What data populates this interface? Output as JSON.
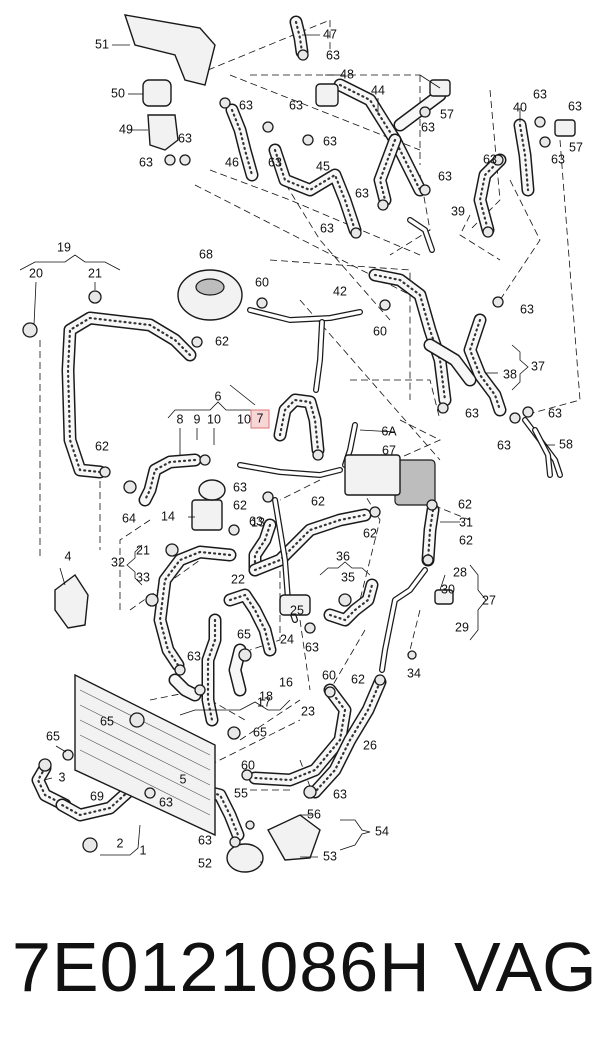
{
  "diagram": {
    "callouts": [
      {
        "id": "51",
        "label": "51"
      },
      {
        "id": "47",
        "label": "47"
      },
      {
        "id": "63a",
        "label": "63"
      },
      {
        "id": "50",
        "label": "50"
      },
      {
        "id": "48",
        "label": "48"
      },
      {
        "id": "44",
        "label": "44"
      },
      {
        "id": "63b",
        "label": "63"
      },
      {
        "id": "63c",
        "label": "63"
      },
      {
        "id": "49",
        "label": "49"
      },
      {
        "id": "63d",
        "label": "63"
      },
      {
        "id": "63e",
        "label": "63"
      },
      {
        "id": "63f",
        "label": "63"
      },
      {
        "id": "57a",
        "label": "57"
      },
      {
        "id": "40",
        "label": "40"
      },
      {
        "id": "63g",
        "label": "63"
      },
      {
        "id": "63h",
        "label": "63"
      },
      {
        "id": "63i",
        "label": "63"
      },
      {
        "id": "57b",
        "label": "57"
      },
      {
        "id": "46",
        "label": "46"
      },
      {
        "id": "63j",
        "label": "63"
      },
      {
        "id": "63k",
        "label": "63"
      },
      {
        "id": "45",
        "label": "45"
      },
      {
        "id": "63l",
        "label": "63"
      },
      {
        "id": "63m",
        "label": "63"
      },
      {
        "id": "63n",
        "label": "63"
      },
      {
        "id": "39",
        "label": "39"
      },
      {
        "id": "63o",
        "label": "63"
      },
      {
        "id": "19",
        "label": "19"
      },
      {
        "id": "68",
        "label": "68"
      },
      {
        "id": "20",
        "label": "20"
      },
      {
        "id": "21a",
        "label": "21"
      },
      {
        "id": "60a",
        "label": "60"
      },
      {
        "id": "42",
        "label": "42"
      },
      {
        "id": "63p",
        "label": "63"
      },
      {
        "id": "62a",
        "label": "62"
      },
      {
        "id": "60b",
        "label": "60"
      },
      {
        "id": "37",
        "label": "37"
      },
      {
        "id": "38",
        "label": "38"
      },
      {
        "id": "6",
        "label": "6"
      },
      {
        "id": "8",
        "label": "8"
      },
      {
        "id": "9",
        "label": "9"
      },
      {
        "id": "10a",
        "label": "10"
      },
      {
        "id": "10b",
        "label": "10"
      },
      {
        "id": "7",
        "label": "7"
      },
      {
        "id": "6A",
        "label": "6A"
      },
      {
        "id": "63q",
        "label": "63"
      },
      {
        "id": "63r",
        "label": "63"
      },
      {
        "id": "63s",
        "label": "63"
      },
      {
        "id": "58",
        "label": "58"
      },
      {
        "id": "62b",
        "label": "62"
      },
      {
        "id": "67",
        "label": "67"
      },
      {
        "id": "62c",
        "label": "62"
      },
      {
        "id": "64",
        "label": "64"
      },
      {
        "id": "62d",
        "label": "62"
      },
      {
        "id": "63t",
        "label": "63"
      },
      {
        "id": "62e",
        "label": "62"
      },
      {
        "id": "14",
        "label": "14"
      },
      {
        "id": "63u",
        "label": "63"
      },
      {
        "id": "13",
        "label": "13"
      },
      {
        "id": "62f",
        "label": "62"
      },
      {
        "id": "31",
        "label": "31"
      },
      {
        "id": "62g",
        "label": "62"
      },
      {
        "id": "4",
        "label": "4"
      },
      {
        "id": "21b",
        "label": "21"
      },
      {
        "id": "32",
        "label": "32"
      },
      {
        "id": "36",
        "label": "36"
      },
      {
        "id": "33",
        "label": "33"
      },
      {
        "id": "35",
        "label": "35"
      },
      {
        "id": "28",
        "label": "28"
      },
      {
        "id": "30",
        "label": "30"
      },
      {
        "id": "27",
        "label": "27"
      },
      {
        "id": "29",
        "label": "29"
      },
      {
        "id": "25",
        "label": "25"
      },
      {
        "id": "65a",
        "label": "65"
      },
      {
        "id": "24",
        "label": "24"
      },
      {
        "id": "63v",
        "label": "63"
      },
      {
        "id": "63w",
        "label": "63"
      },
      {
        "id": "16",
        "label": "16"
      },
      {
        "id": "34",
        "label": "34"
      },
      {
        "id": "60c",
        "label": "60"
      },
      {
        "id": "62h",
        "label": "62"
      },
      {
        "id": "18",
        "label": "18"
      },
      {
        "id": "17",
        "label": "17"
      },
      {
        "id": "23",
        "label": "23"
      },
      {
        "id": "65b",
        "label": "65"
      },
      {
        "id": "65c",
        "label": "65"
      },
      {
        "id": "65d",
        "label": "65"
      },
      {
        "id": "26",
        "label": "26"
      },
      {
        "id": "60d",
        "label": "60"
      },
      {
        "id": "3",
        "label": "3"
      },
      {
        "id": "69",
        "label": "69"
      },
      {
        "id": "63x",
        "label": "63"
      },
      {
        "id": "55",
        "label": "55"
      },
      {
        "id": "63y",
        "label": "63"
      },
      {
        "id": "56",
        "label": "56"
      },
      {
        "id": "54",
        "label": "54"
      },
      {
        "id": "63z",
        "label": "63"
      },
      {
        "id": "2",
        "label": "2"
      },
      {
        "id": "1",
        "label": "1"
      },
      {
        "id": "53",
        "label": "53"
      },
      {
        "id": "52",
        "label": "52"
      },
      {
        "id": "5",
        "label": "5"
      },
      {
        "id": "22",
        "label": "22"
      }
    ]
  },
  "footer": {
    "part_number": "7E0121086H",
    "brand": "VAG"
  },
  "colors": {
    "highlight": "#f7d6d6",
    "ink": "#111111"
  }
}
